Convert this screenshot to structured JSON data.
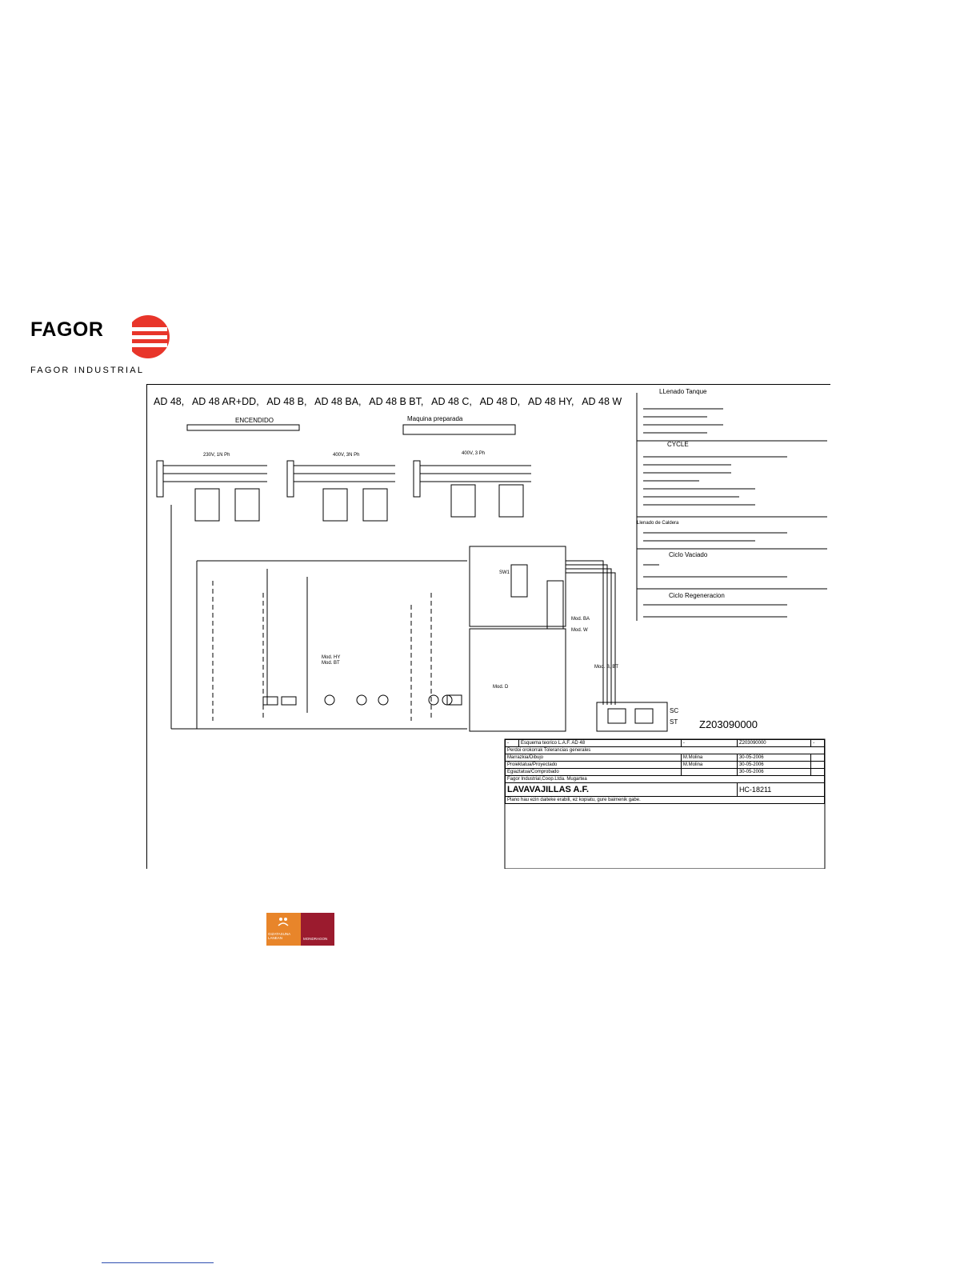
{
  "logo": {
    "brand": "FAGOR",
    "division": "FAGOR INDUSTRIAL",
    "brand_color": "#e8352a"
  },
  "schematic": {
    "models": [
      "AD 48,",
      "AD 48 AR+DD,",
      "AD 48 B,",
      "AD 48 BA,",
      "AD 48 B BT,",
      "AD 48 C,",
      "AD 48 D,",
      "AD 48 HY,",
      "AD 48 W"
    ],
    "encendido": "ENCENDIDO",
    "maquina": "Maquina preparada",
    "power": [
      "230V, 1N Ph",
      "400V, 3N Ph",
      "400V,  3 Ph"
    ],
    "timing_titles": [
      "LLenado Tanque",
      "CYCLE",
      "Llenado de Caldera",
      "Ciclo Vaciado",
      "Ciclo Regeneracion"
    ],
    "drawing_number": "Z203090000",
    "displays": [
      "SC",
      "ST"
    ],
    "mod_labels": [
      "Mod. HY",
      "Mod. BT",
      "Mod. D",
      "Mod. BA",
      "Mod. W",
      "Mod. B, BT"
    ],
    "sw1": "SW1"
  },
  "title_block": {
    "drawing_title": "LAVAVAJILLAS A.F.",
    "scheme": "Esquema teorico  L.A.F. AD 48",
    "code": "Z203090000",
    "plano": "HC-18211",
    "company": "Fagor Industrial,Coop.Ltda. Mugartea",
    "rows": [
      [
        "Marrazkia/Dibujo",
        "M.Molina",
        "30-05-2006"
      ],
      [
        "Proiektatua/Proyectado",
        "M.Molina",
        "30-05-2006"
      ],
      [
        "Egiaztatua/Comprobado",
        "",
        "30-05-2006"
      ]
    ],
    "tolerances": "Perdoi orokorrak Tolerancias generales",
    "footer_note": "Plano hau ezin daiteke erabili, ez kopiatu, gure baimenik gabe."
  },
  "badges": {
    "left": "GIZATASUNA LANEAN",
    "right": "MONDRAGON"
  }
}
